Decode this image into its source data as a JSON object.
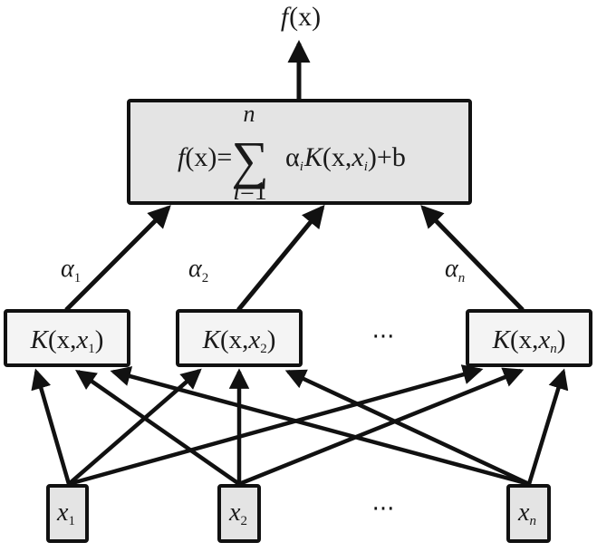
{
  "diagram": {
    "title": "Support vector machine network structure",
    "output": {
      "label_func": "f",
      "label_arg": "(x)"
    },
    "decision_box": {
      "lhs_func": "f",
      "lhs_arg": "(x)=",
      "sum_upper": "n",
      "sum_lower_var": "i",
      "sum_lower_rest": "=1",
      "sum_symbol": "∑",
      "alpha": "α",
      "alpha_sub": "i",
      "kernel": "K",
      "kernel_args_open": "(x,",
      "kernel_args_var": "x",
      "kernel_args_sub": "i",
      "kernel_args_close": ")",
      "bias": "+b"
    },
    "weights": [
      {
        "symbol": "α",
        "sub": "1"
      },
      {
        "symbol": "α",
        "sub": "2"
      },
      {
        "symbol": "α",
        "sub": "n"
      }
    ],
    "kernels": [
      {
        "name": "K",
        "open": "(x,",
        "var": "x",
        "sub": "1",
        "close": ")"
      },
      {
        "name": "K",
        "open": "(x,",
        "var": "x",
        "sub": "2",
        "close": ")"
      },
      {
        "name": "K",
        "open": "(x,",
        "var": "x",
        "sub": "n",
        "close": ")"
      }
    ],
    "kernel_ellipsis": "···",
    "inputs": [
      {
        "var": "x",
        "sub": "1"
      },
      {
        "var": "x",
        "sub": "2"
      },
      {
        "var": "x",
        "sub": "n"
      }
    ],
    "input_ellipsis": "···",
    "colors": {
      "decision_fill": "#e4e4e4",
      "kernel_fill": "#f4f4f4",
      "input_fill": "#e4e4e4",
      "stroke": "#111111"
    }
  }
}
